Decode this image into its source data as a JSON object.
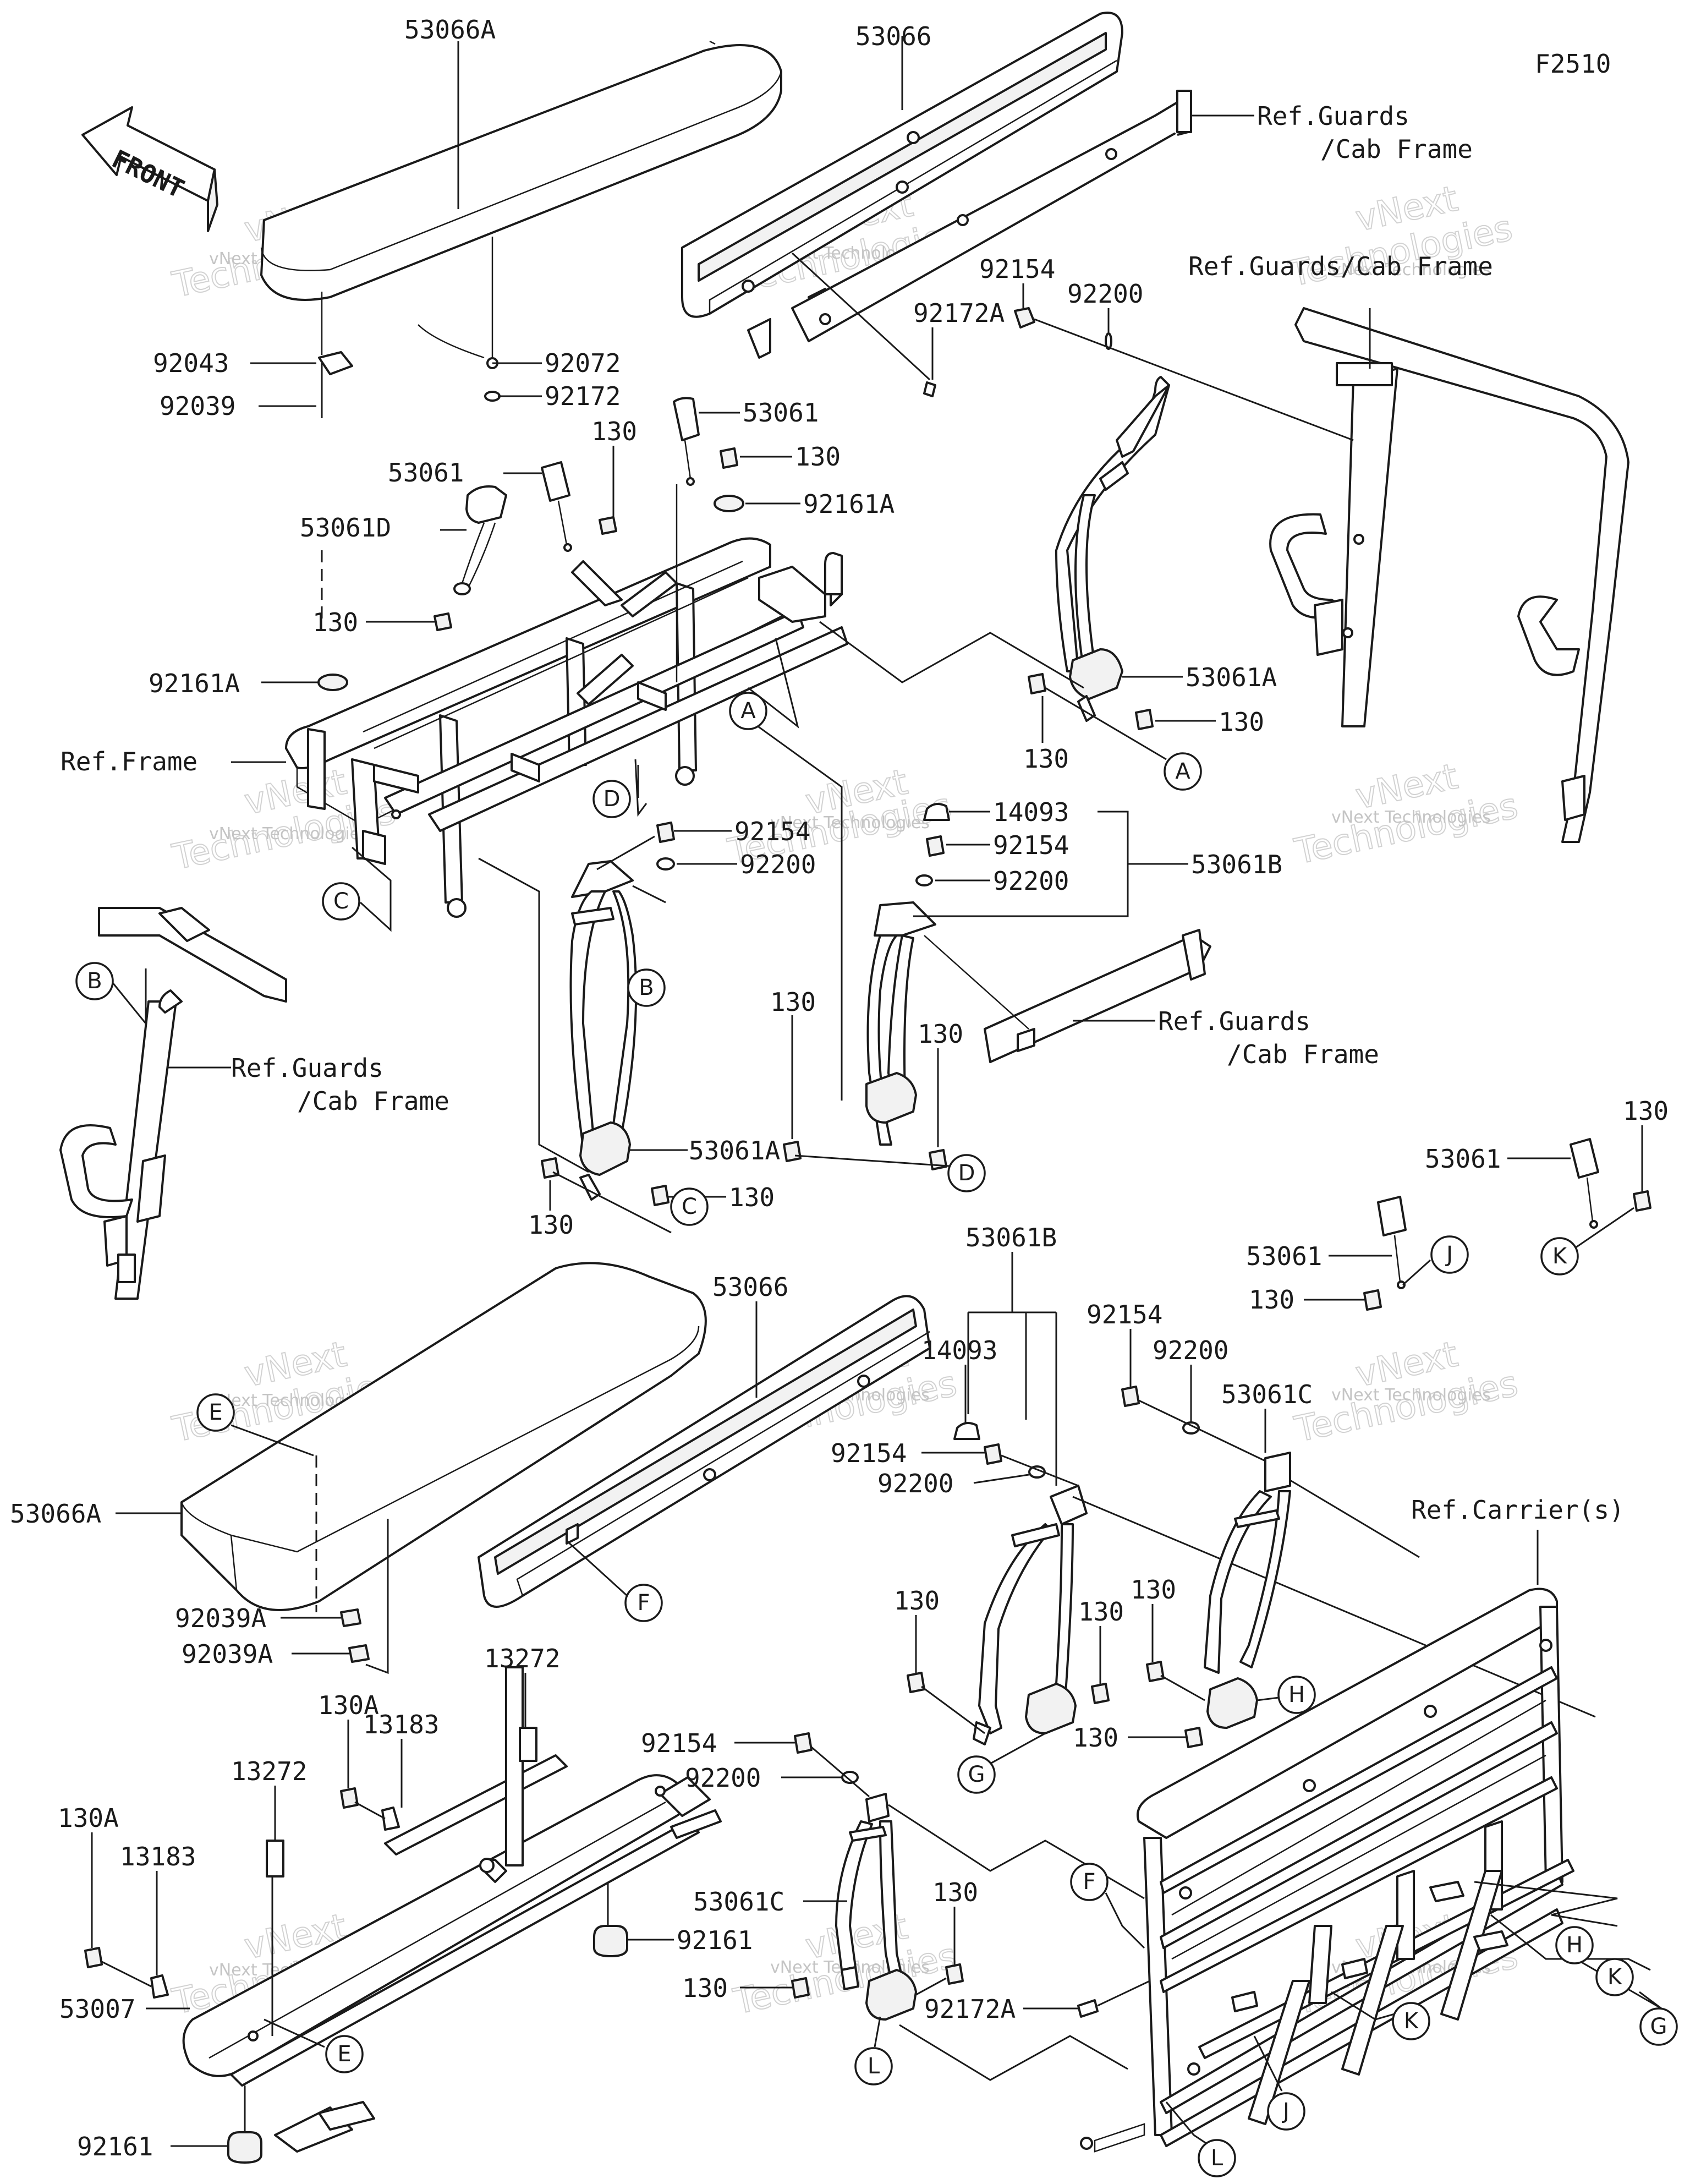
{
  "figure_code": "F2510",
  "front_arrow_text": "FRONT",
  "watermark": {
    "brand": "vNext Technologies",
    "big1": "vNext",
    "big2": "Technologies"
  },
  "part_numbers": {
    "p53066A": "53066A",
    "p53066": "53066",
    "p92043": "92043",
    "p92039": "92039",
    "p92072": "92072",
    "p92172": "92172",
    "p92172A": "92172A",
    "p92154": "92154",
    "p92200": "92200",
    "p53061": "53061",
    "p53061A": "53061A",
    "p53061B": "53061B",
    "p53061C": "53061C",
    "p53061D": "53061D",
    "p130": "130",
    "p130A": "130A",
    "p92161A": "92161A",
    "p92161": "92161",
    "p14093": "14093",
    "p92039A": "92039A",
    "p13272": "13272",
    "p13183": "13183",
    "p53007": "53007"
  },
  "refs": {
    "guards_cab_frame_1": "Ref.Guards",
    "guards_cab_frame_2": "/Cab Frame",
    "guards_cab_frame_inline": "Ref.Guards/Cab Frame",
    "frame": "Ref.Frame",
    "carriers": "Ref.Carrier(s)"
  },
  "callouts": {
    "A": "A",
    "B": "B",
    "C": "C",
    "D": "D",
    "E": "E",
    "F": "F",
    "G": "G",
    "H": "H",
    "J": "J",
    "K": "K",
    "L": "L"
  }
}
